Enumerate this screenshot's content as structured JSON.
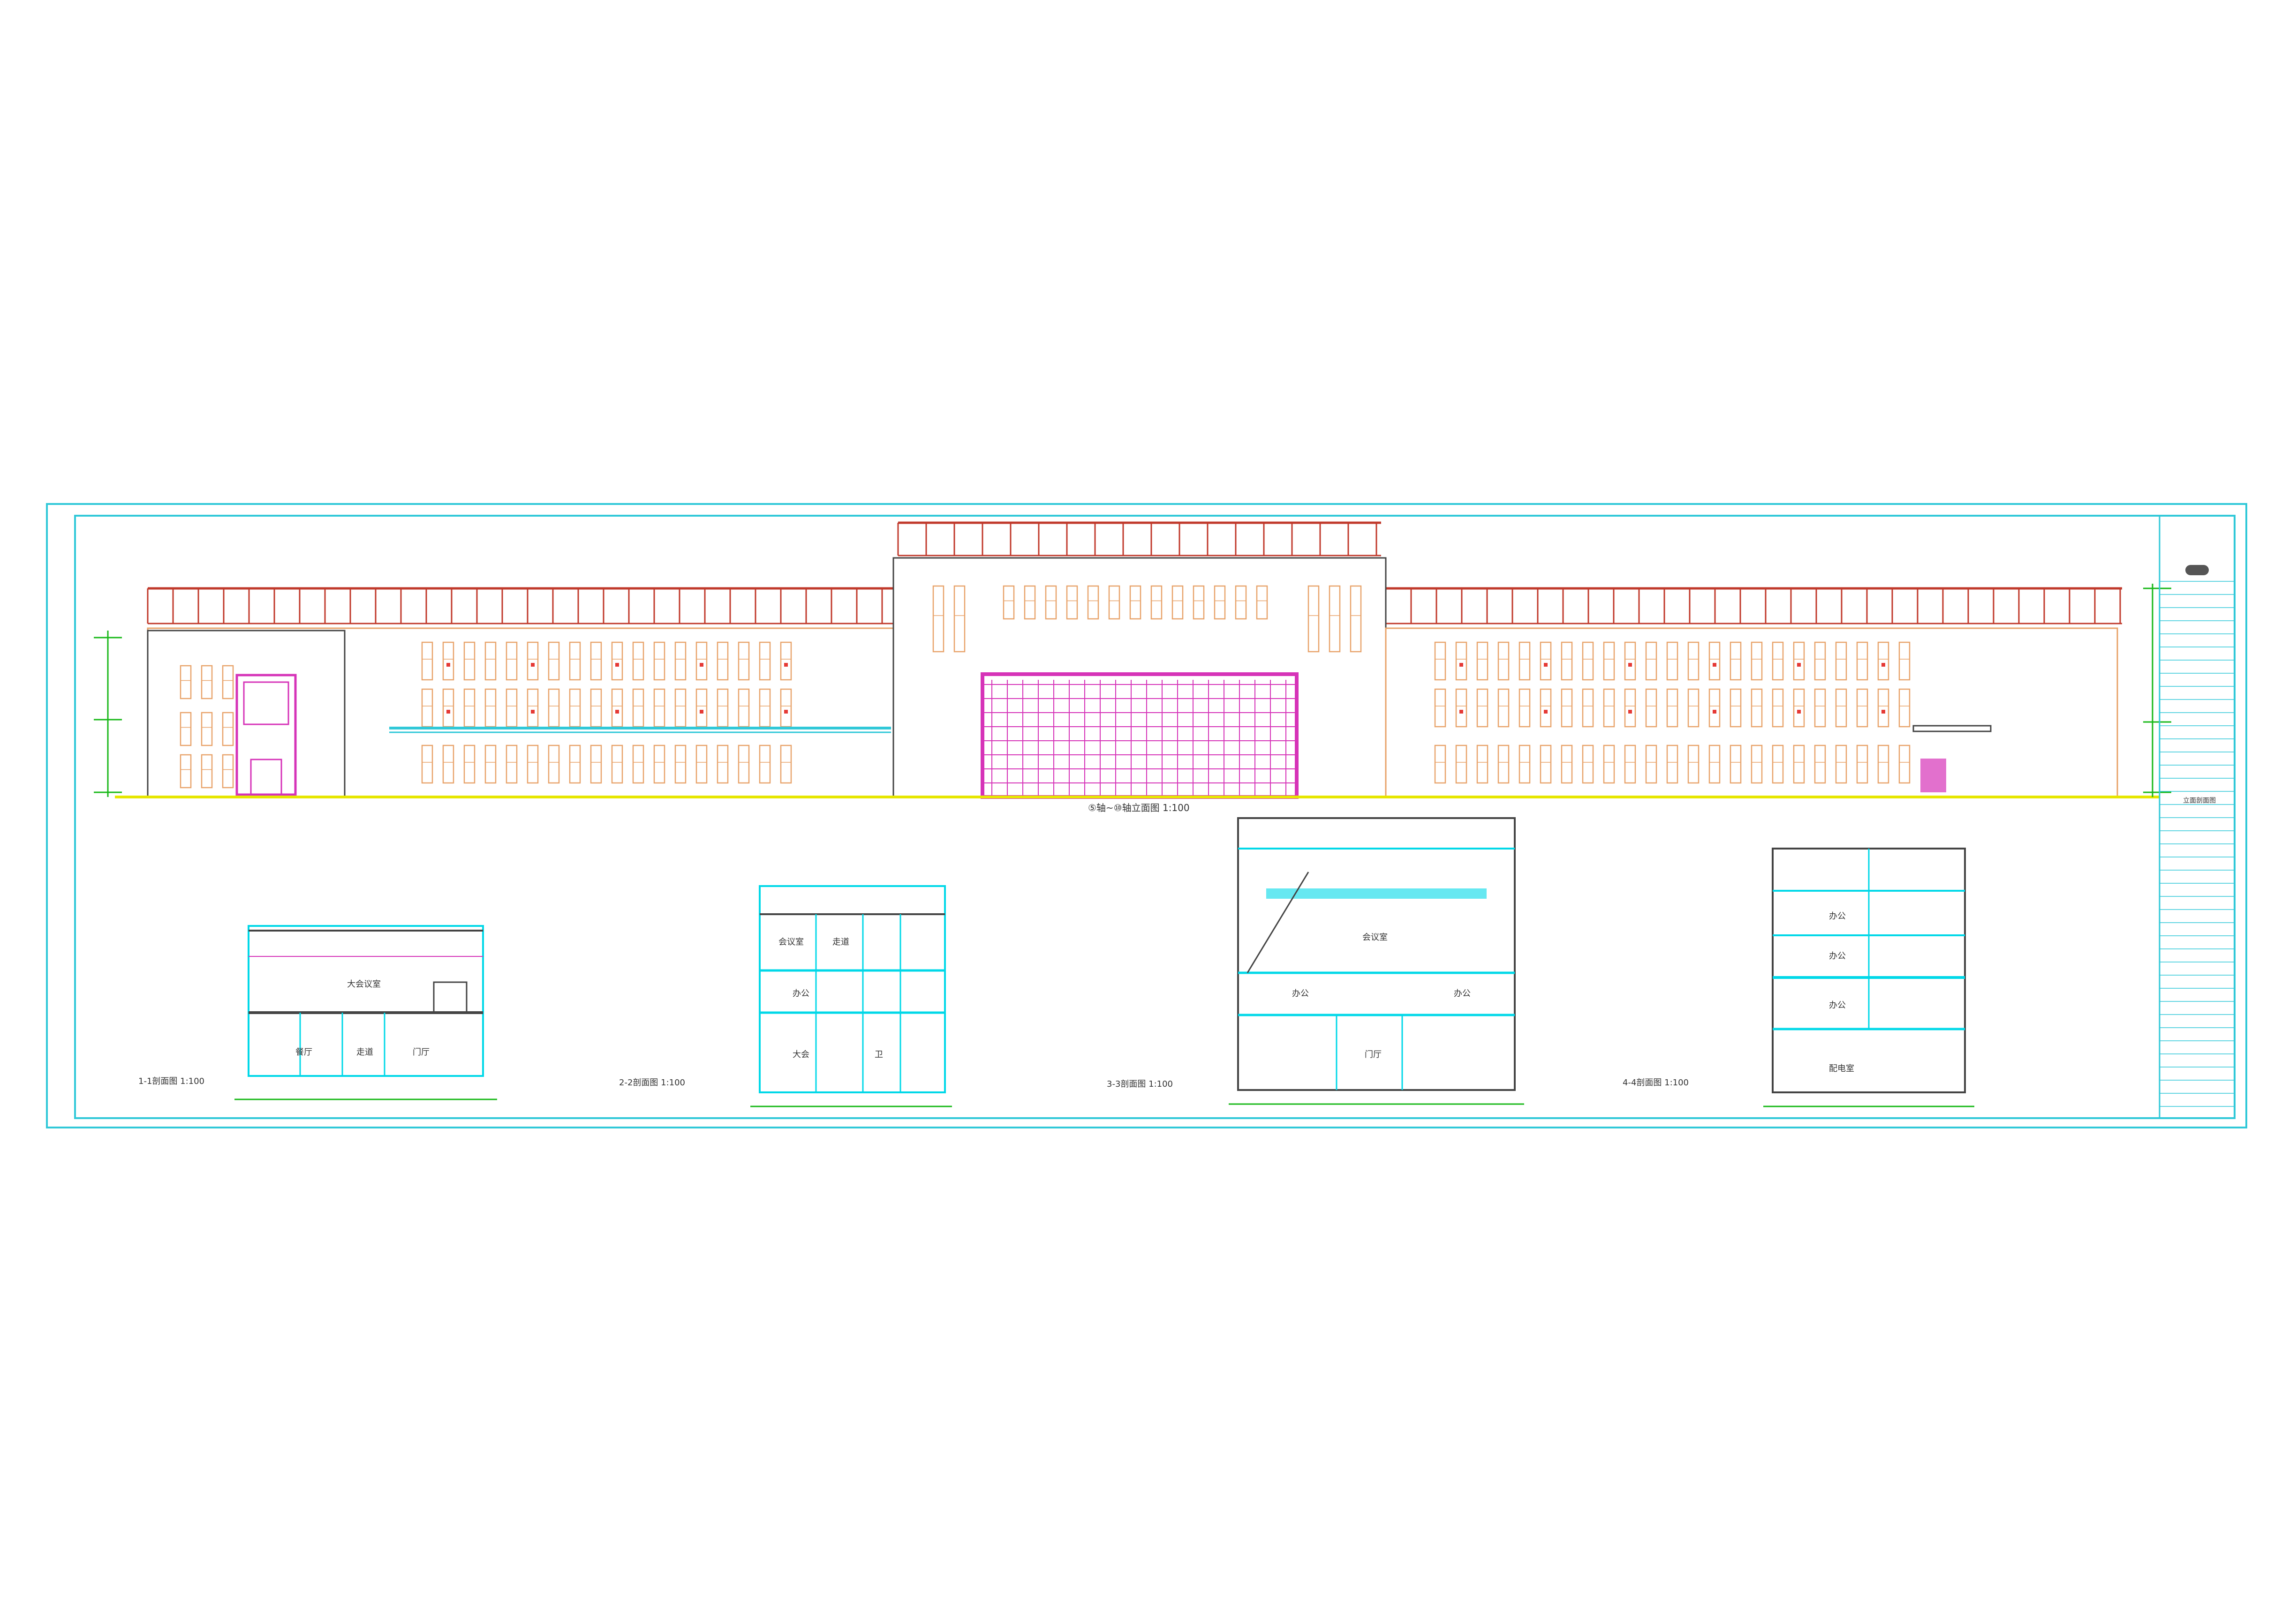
{
  "sheet": {
    "colors": {
      "frame": "#30c8d8",
      "elevation_line": "#e8a36a",
      "roof_truss": "#c0392b",
      "feature_wall": "#d633b8",
      "ground": "#e6e600",
      "section_line": "#00d8e8",
      "window_red": "#e53935",
      "dimension": "#18b818",
      "ink": "#333333"
    }
  },
  "drawings": {
    "elevation": {
      "title": "⑤轴~⑩轴立面图 1:100"
    },
    "sections": [
      {
        "title": "1-1剖面图 1:100",
        "rooms": [
          "大会议室",
          "餐厅",
          "走道",
          "门厅"
        ]
      },
      {
        "title": "2-2剖面图 1:100",
        "rooms": [
          "会议室",
          "走道",
          "办公",
          "大会",
          "卫"
        ]
      },
      {
        "title": "3-3剖面图 1:100",
        "rooms": [
          "会议室",
          "办公",
          "办公",
          "门厅"
        ]
      },
      {
        "title": "4-4剖面图 1:100",
        "rooms": [
          "办公",
          "办公",
          "办公",
          "配电室"
        ]
      }
    ]
  },
  "title_block": {
    "drawing_name": "立面剖面图"
  }
}
